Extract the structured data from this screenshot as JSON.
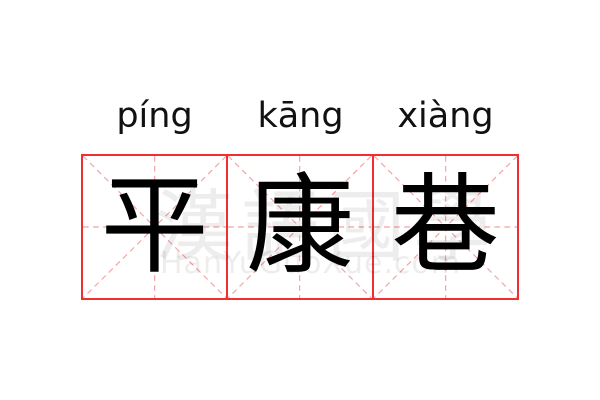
{
  "pinyin": [
    "píng",
    "kāng",
    "xiàng"
  ],
  "characters": [
    "平",
    "康",
    "巷"
  ],
  "watermark": {
    "title": "漢語國學",
    "site": "HanYuGuoXue.com"
  },
  "colors": {
    "grid": "#f03030",
    "guide": "#f5a0a0"
  }
}
